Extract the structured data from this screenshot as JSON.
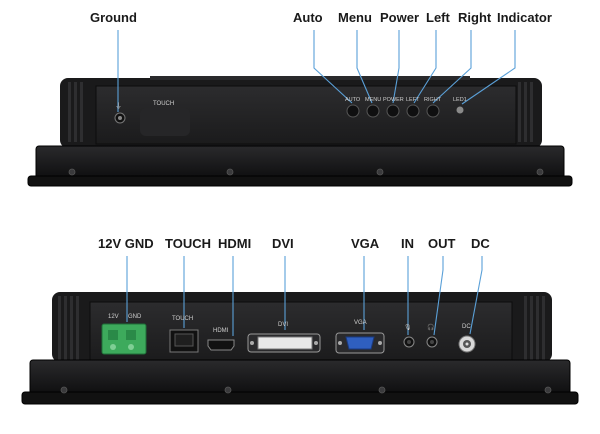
{
  "top_callouts": {
    "ground": "Ground",
    "auto": "Auto",
    "menu": "Menu",
    "power": "Power",
    "left": "Left",
    "right": "Right",
    "indicator": "Indicator"
  },
  "top_panel": {
    "ground_symbol": "⏚",
    "touch": "TOUCH",
    "auto": "AUTO",
    "menu": "MENU",
    "power": "POWER",
    "left": "LEFT",
    "right": "RIGHT",
    "led": "LED1"
  },
  "bottom_callouts": {
    "v12_gnd": "12V GND",
    "touch": "TOUCH",
    "hdmi": "HDMI",
    "dvi": "DVI",
    "vga": "VGA",
    "in": "IN",
    "out": "OUT",
    "dc": "DC"
  },
  "bottom_panel": {
    "v12": "12V",
    "gnd": "GND",
    "touch": "TOUCH",
    "hdmi": "HDMI",
    "dvi": "DVI",
    "vga": "VGA",
    "mic_symbol": "🎙",
    "headphone_symbol": "🎧",
    "dc": "DC"
  },
  "colors": {
    "body_dark": "#1c1c1e",
    "body_mid": "#2b2b2d",
    "panel": "#222224",
    "leader": "#5aa0d8",
    "connector_green": "#3daa5c",
    "vga_blue": "#2f5fbf"
  }
}
